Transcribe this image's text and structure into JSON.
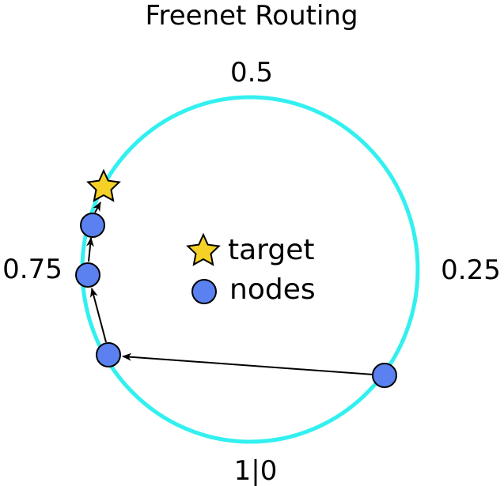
{
  "title": "Freenet Routing",
  "ring": {
    "color": "#33f0f0",
    "labels": {
      "top": "0.5",
      "right": "0.25",
      "bottom": "1|0",
      "left": "0.75"
    }
  },
  "legend": {
    "target": "target",
    "nodes": "nodes"
  },
  "colors": {
    "node_fill": "#5b80f0",
    "star_fill": "#f5d128",
    "arrow": "#000000"
  }
}
